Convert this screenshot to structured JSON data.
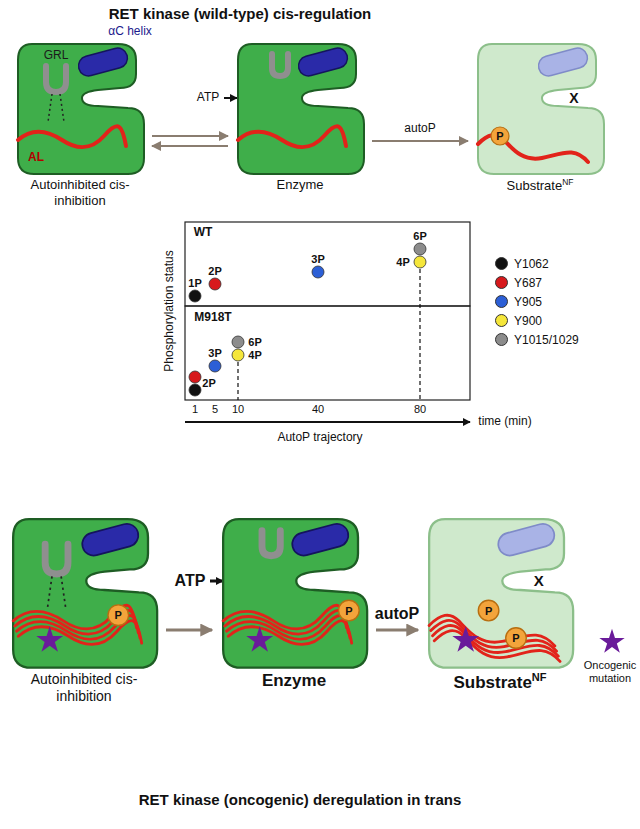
{
  "diagram": {
    "title": "RET kinase (wild-type) cis-regulation",
    "nodes": [
      {
        "text": [
          "Autoinhibited cis-inhibition"
        ]
      },
      {
        "text": [
          "Enzyme"
        ]
      },
      {
        "text": [
          "Substrate",
          "NF"
        ]
      },
      {
        "text": [
          "Autoinhibited cis-inhibition"
        ]
      },
      {
        "text": [
          "Enzyme"
        ]
      },
      {
        "text": [
          "Substrate",
          "NF"
        ]
      }
    ],
    "edges": [
      {
        "from": 0,
        "to": 1,
        "arrow": "both"
      },
      {
        "from": 1,
        "to": 2,
        "label": "autoP",
        "arrow": "to"
      },
      {
        "from": 3,
        "to": 4,
        "arrow": "to"
      },
      {
        "from": 4,
        "to": 5,
        "label": "autoP",
        "arrow": "to"
      }
    ],
    "labels": [
      "GRL",
      "αC helix",
      "AL",
      "ATP",
      "P",
      "X",
      "WT",
      "M918T",
      "Phosphorylation status",
      "AutoP trajectory",
      "time (min)",
      "1",
      "5",
      "10",
      "40",
      "80",
      "1P",
      "2P",
      "3P",
      "4P",
      "6P",
      "2P",
      "3P",
      "4P",
      "6P",
      "P",
      "ATP",
      "P",
      "P",
      "P",
      "X",
      "Oncogenic mutation",
      "RET kinase (oncogenic) deregulation in trans"
    ],
    "legend": [
      {
        "text": "Y1062",
        "color": "#111111"
      },
      {
        "text": "Y687",
        "color": "#d7191c"
      },
      {
        "text": "Y905",
        "color": "#2c5fd6"
      },
      {
        "text": "Y900",
        "color": "#f5e63a"
      },
      {
        "text": "Y1015/1029",
        "color": "#8c8c8c"
      }
    ]
  }
}
